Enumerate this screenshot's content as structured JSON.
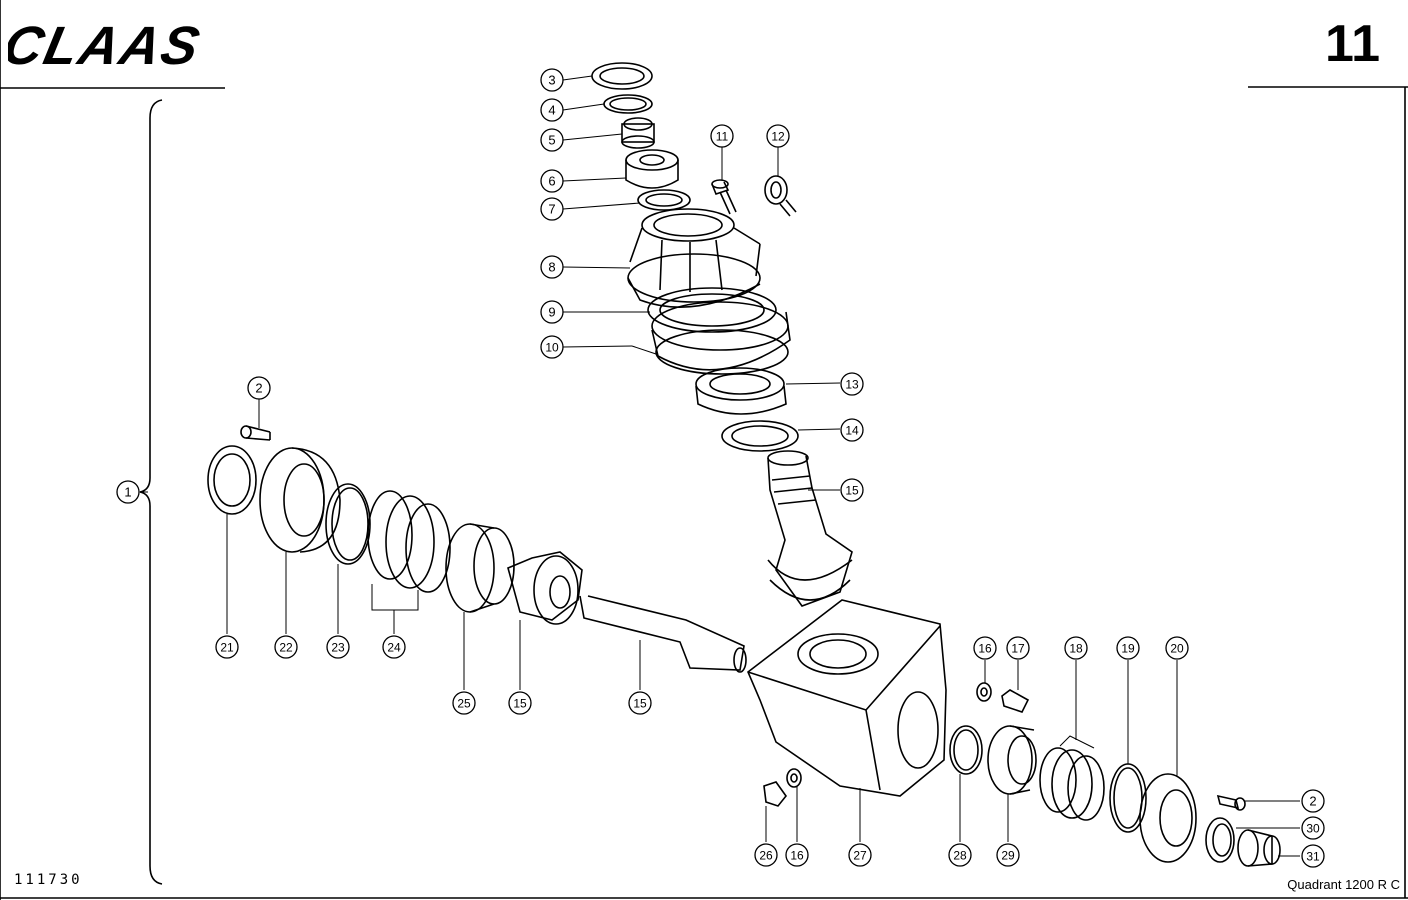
{
  "header": {
    "brand": "CLAAS",
    "page_number": "11"
  },
  "footer": {
    "drawing_number": "111730",
    "model": "Quadrant 1200 R C"
  },
  "callouts": [
    {
      "id": "c-3",
      "label": "3"
    },
    {
      "id": "c-4",
      "label": "4"
    },
    {
      "id": "c-5",
      "label": "5"
    },
    {
      "id": "c-6",
      "label": "6"
    },
    {
      "id": "c-7",
      "label": "7"
    },
    {
      "id": "c-8",
      "label": "8"
    },
    {
      "id": "c-9",
      "label": "9"
    },
    {
      "id": "c-10",
      "label": "10"
    },
    {
      "id": "c-11",
      "label": "11"
    },
    {
      "id": "c-12",
      "label": "12"
    },
    {
      "id": "c-13",
      "label": "13"
    },
    {
      "id": "c-14",
      "label": "14"
    },
    {
      "id": "c-15a",
      "label": "15"
    },
    {
      "id": "c-2a",
      "label": "2"
    },
    {
      "id": "c-1",
      "label": "1"
    },
    {
      "id": "c-21",
      "label": "21"
    },
    {
      "id": "c-22",
      "label": "22"
    },
    {
      "id": "c-23",
      "label": "23"
    },
    {
      "id": "c-24",
      "label": "24"
    },
    {
      "id": "c-25",
      "label": "25"
    },
    {
      "id": "c-15b",
      "label": "15"
    },
    {
      "id": "c-15c",
      "label": "15"
    },
    {
      "id": "c-16a",
      "label": "16"
    },
    {
      "id": "c-17",
      "label": "17"
    },
    {
      "id": "c-18",
      "label": "18"
    },
    {
      "id": "c-19",
      "label": "19"
    },
    {
      "id": "c-20",
      "label": "20"
    },
    {
      "id": "c-2b",
      "label": "2"
    },
    {
      "id": "c-30",
      "label": "30"
    },
    {
      "id": "c-31",
      "label": "31"
    },
    {
      "id": "c-26",
      "label": "26"
    },
    {
      "id": "c-16b",
      "label": "16"
    },
    {
      "id": "c-27",
      "label": "27"
    },
    {
      "id": "c-28",
      "label": "28"
    },
    {
      "id": "c-29",
      "label": "29"
    }
  ]
}
